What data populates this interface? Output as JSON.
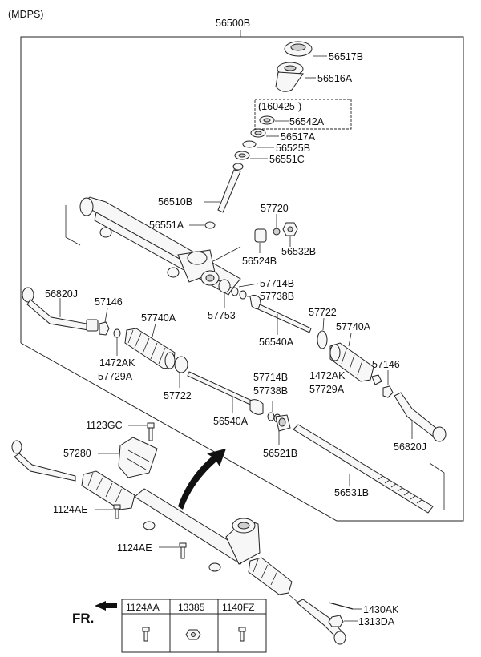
{
  "header": {
    "variant": "(MDPS)",
    "assembly": "56500B"
  },
  "date_box": "(160425-)",
  "callouts": {
    "c56517B": "56517B",
    "c56516A": "56516A",
    "c56542A": "56542A",
    "c56517A": "56517A",
    "c56525B": "56525B",
    "c56551C": "56551C",
    "c56510B": "56510B",
    "c56551A": "56551A",
    "c57720": "57720",
    "c56532B": "56532B",
    "c56524B": "56524B",
    "c57714B_a": "57714B",
    "c57738B_a": "57738B",
    "c57753": "57753",
    "c56820J_l": "56820J",
    "c57146_l": "57146",
    "c57740A_l": "57740A",
    "c1472AK_l": "1472AK",
    "c57729A_l": "57729A",
    "c57722_l": "57722",
    "c56540A_a": "56540A",
    "c57722_r": "57722",
    "c57740A_r": "57740A",
    "c57146_r": "57146",
    "c1472AK_r": "1472AK",
    "c57729A_r": "57729A",
    "c57714B_b": "57714B",
    "c57738B_b": "57738B",
    "c56540A_b": "56540A",
    "c56521B": "56521B",
    "c56820J_r": "56820J",
    "c56531B": "56531B",
    "c1123GC": "1123GC",
    "c57280": "57280",
    "c1124AE_a": "1124AE",
    "c1124AE_b": "1124AE",
    "c1430AK": "1430AK",
    "c1313DA": "1313DA"
  },
  "fr_label": "FR.",
  "fastener_table": {
    "headers": [
      "1124AA",
      "13385",
      "1140FZ"
    ]
  }
}
